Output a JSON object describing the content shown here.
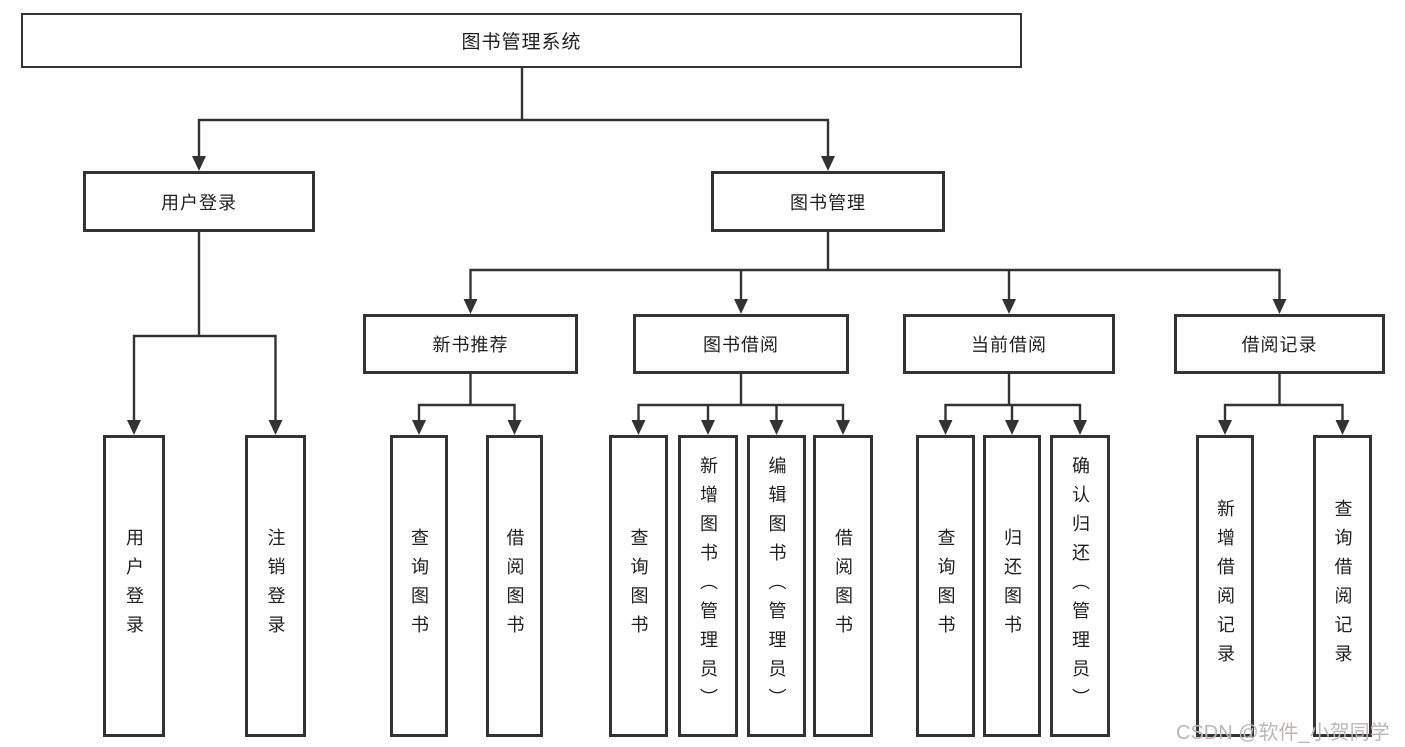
{
  "tree": {
    "root": "图书管理系统",
    "level2": [
      "用户登录",
      "图书管理"
    ],
    "level3": [
      "新书推荐",
      "图书借阅",
      "当前借阅",
      "借阅记录"
    ],
    "leaves": {
      "user_login": [
        "用户登录",
        "注销登录"
      ],
      "new_book_recommend": [
        "查询图书",
        "借阅图书"
      ],
      "book_borrow": [
        "查询图书",
        "新增图书（管理员）",
        "编辑图书（管理员）",
        "借阅图书"
      ],
      "current_borrow": [
        "查询图书",
        "归还图书",
        "确认归还（管理员）"
      ],
      "borrow_records": [
        "新增借阅记录",
        "查询借阅记录"
      ]
    }
  },
  "watermark": {
    "text": "CSDN @软件_小贺同学"
  },
  "colors": {
    "line": "#333333",
    "background": "#ffffff",
    "text": "#1f1f1f",
    "watermark": "#bdb6b6"
  }
}
